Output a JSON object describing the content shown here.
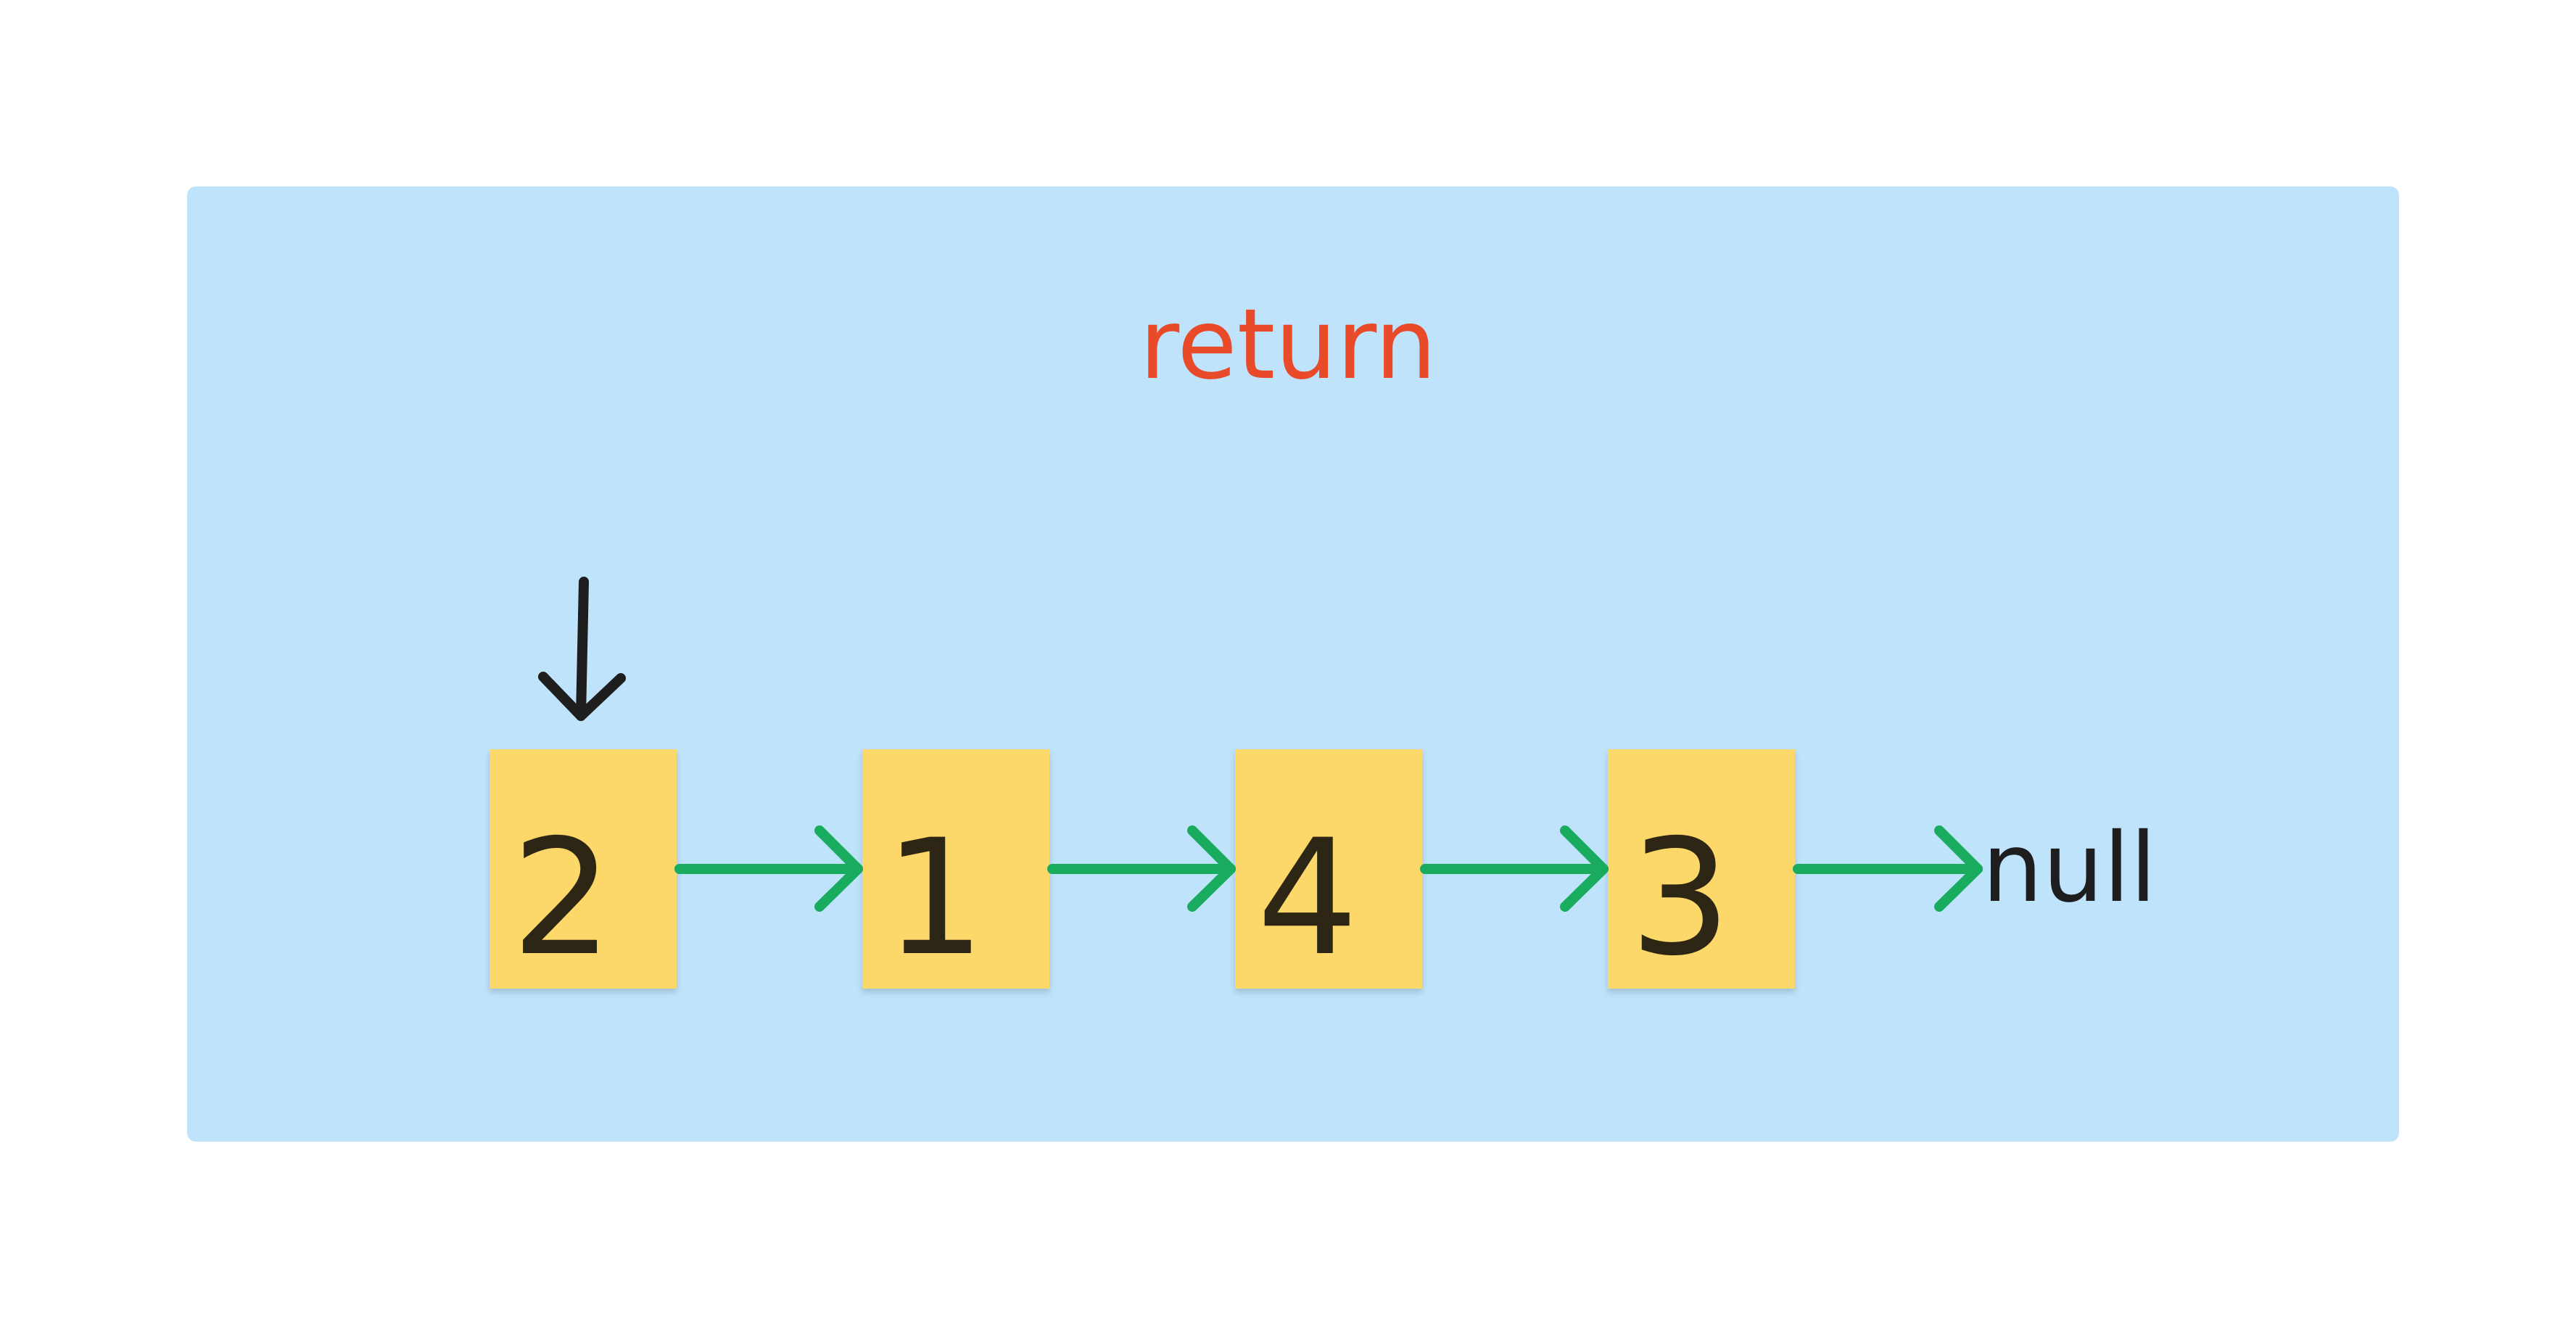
{
  "title": "return",
  "nodes": [
    {
      "value": "2"
    },
    {
      "value": "1"
    },
    {
      "value": "4"
    },
    {
      "value": "3"
    }
  ],
  "terminal": "null",
  "head_pointer_target": 0,
  "colors": {
    "background": "#ffffff",
    "panel": "#bfe3fb",
    "title": "#e84a2a",
    "node": "#fcd76a",
    "node_text": "#2e2614",
    "arrow": "#19ab5e",
    "pointer": "#1e1e1e",
    "null_text": "#1e1e1e"
  }
}
